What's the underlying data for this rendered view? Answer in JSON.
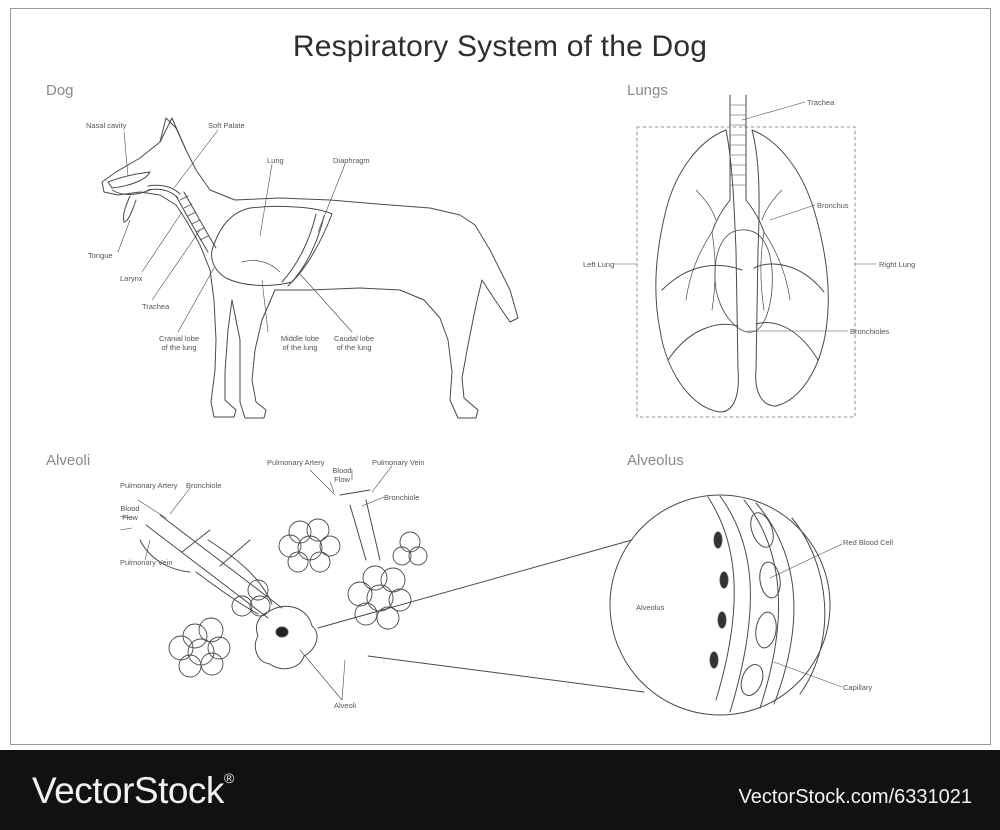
{
  "title": "Respiratory System of the Dog",
  "sections": {
    "dog": "Dog",
    "lungs": "Lungs",
    "alveoli": "Alveoli",
    "alveolus": "Alveolus"
  },
  "dog_labels": {
    "nasal_cavity": "Nasal cavity",
    "soft_palate": "Soft Palate",
    "lung": "Lung",
    "diaphragm": "Diaphragm",
    "tongue": "Tongue",
    "larynx": "Larynx",
    "trachea": "Trachea",
    "cranial_lobe_1": "Cranial lobe",
    "cranial_lobe_2": "of the lung",
    "middle_lobe_1": "Middle lobe",
    "middle_lobe_2": "of the lung",
    "caudal_lobe_1": "Caudal lobe",
    "caudal_lobe_2": "of the lung"
  },
  "lungs_labels": {
    "trachea": "Trachea",
    "bronchus": "Bronchus",
    "left_lung": "Left Lung",
    "right_lung": "Right Lung",
    "bronchioles": "Bronchioles"
  },
  "alveoli_labels": {
    "pulmonary_artery_left": "Pulmonary Artery",
    "bronchiole_left": "Bronchiole",
    "blood_flow_left_1": "Blood",
    "blood_flow_left_2": "Flow",
    "pulmonary_vein_left": "Pulmonary Vein",
    "pulmonary_artery_top": "Pulmonary Artery",
    "blood_flow_top_1": "Blood",
    "blood_flow_top_2": "Flow",
    "pulmonary_vein_top": "Pulmonary Vein",
    "bronchiole_right": "Bronchiole",
    "alveoli": "Alveoli"
  },
  "alveolus_labels": {
    "alveolus": "Alveolus",
    "red_blood_cell": "Red Blood Cell",
    "capillary": "Capillary"
  },
  "footer": {
    "brand": "VectorStock",
    "registered": "®",
    "url": "VectorStock.com/6331021"
  },
  "colors": {
    "line": "#4a4a4a",
    "footer_bg": "#111111",
    "footer_text": "#f2f2f2"
  }
}
